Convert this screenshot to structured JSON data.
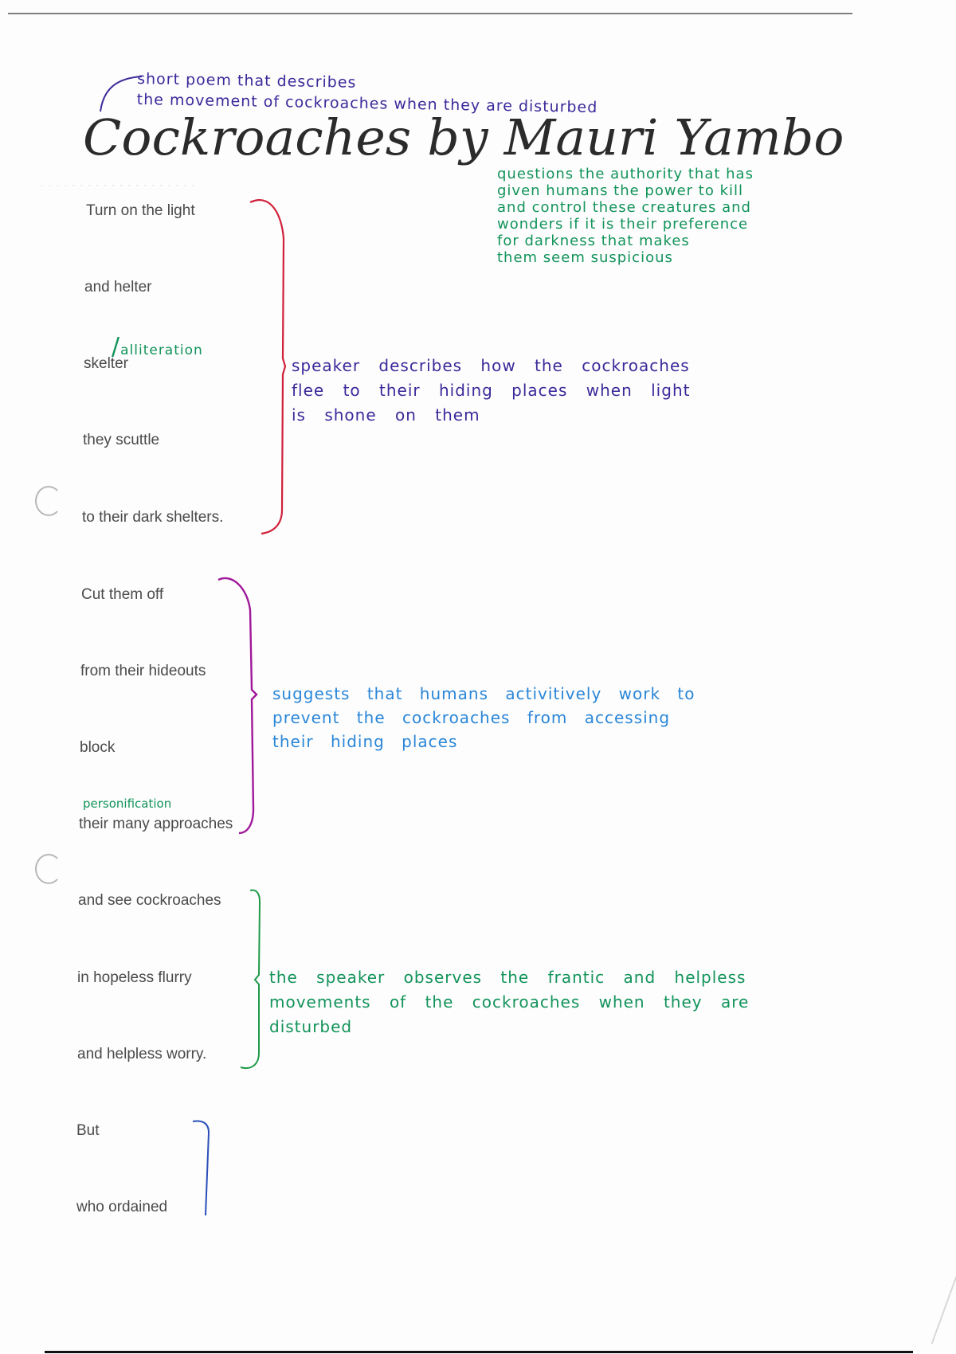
{
  "document": {
    "title": "Cockroaches by Mauri Yambo",
    "poem_lines": [
      "Turn on the light",
      "and helter",
      "skelter",
      "they scuttle",
      "to their dark shelters.",
      "Cut them off",
      "from their hideouts",
      "block",
      "their many approaches",
      "and see cockroaches",
      "in hopeless flurry",
      "and helpless worry.",
      "But",
      "who ordained"
    ],
    "annotations": {
      "intro": "short poem that describes\nthe movement of cockroaches when they are disturbed",
      "title_note": "questions the authority that has\ngiven humans the power to kill\nand control these creatures and\nwonders if it is their preference\nfor darkness that makes\nthem seem suspicious",
      "alliteration": "alliteration",
      "stanza1": "speaker describes how the cockroaches\nflee to their hiding places when light\nis shone on them",
      "personification": "personification",
      "stanza2": "suggests that humans activitively work to\nprevent the cockroaches from accessing\ntheir hiding places",
      "stanza3": "the speaker observes the frantic and helpless\nmovements of the cockroaches when they are\ndisturbed"
    },
    "colors": {
      "purple_pen": "#3a2a9a",
      "green_pen": "#12935a",
      "blue_pen": "#2a86d8",
      "red_bracket": "#d0203a",
      "magenta_bracket": "#a0189a",
      "green_bracket": "#1f9a4a",
      "blue_bracket": "#2a50b8"
    }
  }
}
